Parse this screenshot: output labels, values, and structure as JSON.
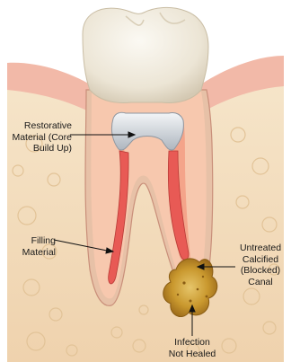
{
  "labels": {
    "restorative": "Restorative\nMaterial (Core\nBuild Up)",
    "filling": "Filling\nMaterial",
    "untreated": "Untreated\nCalcified\n(Blocked)\nCanal",
    "infection": "Infection\nNot Healed"
  },
  "colors": {
    "crown": "#f1ece0",
    "bone": "#f4dfbf",
    "gum": "#f2b9a8",
    "root": "#f7c8ae",
    "pulp": "#f4a48a",
    "filling": "#e85a55",
    "core": "#d8dde3",
    "infection": "#c99a2e"
  }
}
